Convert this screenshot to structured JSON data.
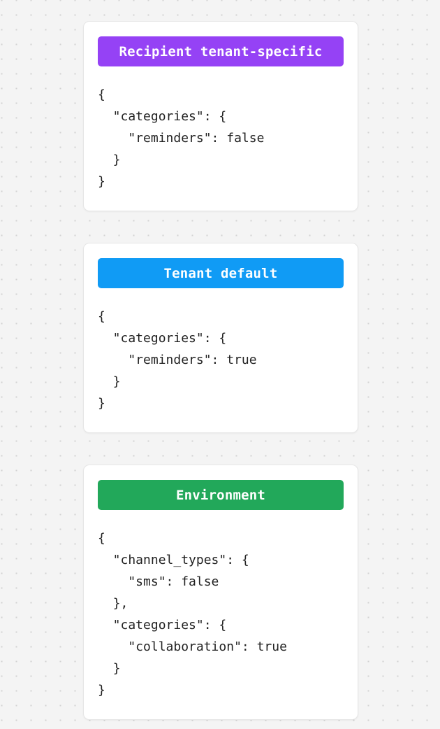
{
  "page": {
    "background_color": "#f4f4f4",
    "dot_color": "#d2d2d2",
    "card_background": "#ffffff"
  },
  "cards": [
    {
      "id": "recipient-tenant-specific",
      "header_label": "Recipient tenant-specific",
      "header_color": "#9542f5",
      "code": "{\n  \"categories\": {\n    \"reminders\": false\n  }\n}"
    },
    {
      "id": "tenant-default",
      "header_label": "Tenant default",
      "header_color": "#109bf5",
      "code": "{\n  \"categories\": {\n    \"reminders\": true\n  }\n}"
    },
    {
      "id": "environment",
      "header_label": "Environment",
      "header_color": "#22a85a",
      "code": "{\n  \"channel_types\": {\n    \"sms\": false\n  },\n  \"categories\": {\n    \"collaboration\": true\n  }\n}"
    }
  ]
}
